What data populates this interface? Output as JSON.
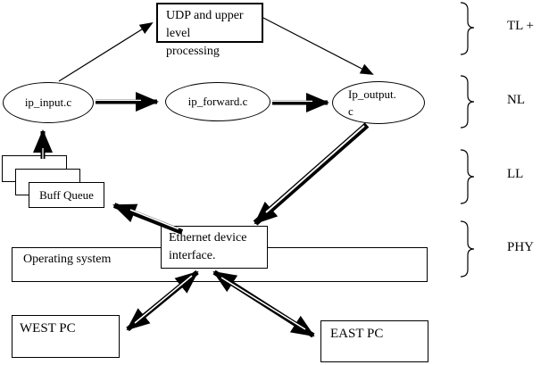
{
  "colors": {
    "ink": "#000000",
    "paper": "#ffffff"
  },
  "nodes": {
    "udp_box": {
      "lines": [
        "UDP and upper",
        "level",
        "processing"
      ]
    },
    "ip_input": {
      "label": "ip_input.c"
    },
    "ip_forward": {
      "label": "ip_forward.c"
    },
    "ip_output": {
      "lines": [
        "Ip_output.",
        "c"
      ]
    },
    "buff_queue": {
      "label": "Buff Queue"
    },
    "ethernet": {
      "lines": [
        "Ethernet device",
        "interface."
      ]
    },
    "operating_system": {
      "label": "Operating system"
    },
    "west_pc": {
      "label": "WEST PC"
    },
    "east_pc": {
      "label": "EAST PC"
    }
  },
  "layers": [
    {
      "label": "TL +"
    },
    {
      "label": "NL"
    },
    {
      "label": "LL"
    },
    {
      "label": "PHY"
    }
  ]
}
